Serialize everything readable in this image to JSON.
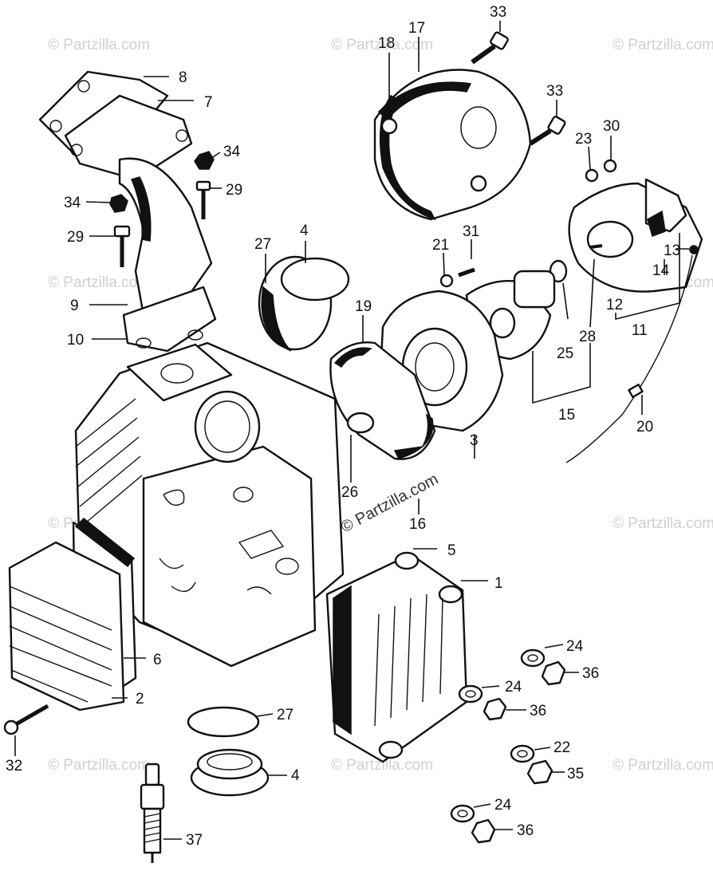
{
  "watermark": "© Partzilla.com",
  "callouts": [
    {
      "id": "c8",
      "text": "8"
    },
    {
      "id": "c7",
      "text": "7"
    },
    {
      "id": "c34a",
      "text": "34"
    },
    {
      "id": "c29a",
      "text": "29"
    },
    {
      "id": "c34b",
      "text": "34"
    },
    {
      "id": "c29b",
      "text": "29"
    },
    {
      "id": "c9",
      "text": "9"
    },
    {
      "id": "c10",
      "text": "10"
    },
    {
      "id": "c27a",
      "text": "27"
    },
    {
      "id": "c4a",
      "text": "4"
    },
    {
      "id": "c18",
      "text": "18"
    },
    {
      "id": "c17",
      "text": "17"
    },
    {
      "id": "c33a",
      "text": "33"
    },
    {
      "id": "c33b",
      "text": "33"
    },
    {
      "id": "c23",
      "text": "23"
    },
    {
      "id": "c30",
      "text": "30"
    },
    {
      "id": "c21",
      "text": "21"
    },
    {
      "id": "c31",
      "text": "31"
    },
    {
      "id": "c19",
      "text": "19"
    },
    {
      "id": "c13",
      "text": "13"
    },
    {
      "id": "c14",
      "text": "14"
    },
    {
      "id": "c12",
      "text": "12"
    },
    {
      "id": "c11",
      "text": "11"
    },
    {
      "id": "c28",
      "text": "28"
    },
    {
      "id": "c25",
      "text": "25"
    },
    {
      "id": "c15",
      "text": "15"
    },
    {
      "id": "c20",
      "text": "20"
    },
    {
      "id": "c3",
      "text": "3"
    },
    {
      "id": "c26",
      "text": "26"
    },
    {
      "id": "c16",
      "text": "16"
    },
    {
      "id": "c5",
      "text": "5"
    },
    {
      "id": "c1",
      "text": "1"
    },
    {
      "id": "c6",
      "text": "6"
    },
    {
      "id": "c2",
      "text": "2"
    },
    {
      "id": "c24a",
      "text": "24"
    },
    {
      "id": "c36a",
      "text": "36"
    },
    {
      "id": "c24b",
      "text": "24"
    },
    {
      "id": "c36b",
      "text": "36"
    },
    {
      "id": "c27b",
      "text": "27"
    },
    {
      "id": "c22",
      "text": "22"
    },
    {
      "id": "c35",
      "text": "35"
    },
    {
      "id": "c4b",
      "text": "4"
    },
    {
      "id": "c32",
      "text": "32"
    },
    {
      "id": "c24c",
      "text": "24"
    },
    {
      "id": "c36c",
      "text": "36"
    },
    {
      "id": "c37",
      "text": "37"
    }
  ]
}
